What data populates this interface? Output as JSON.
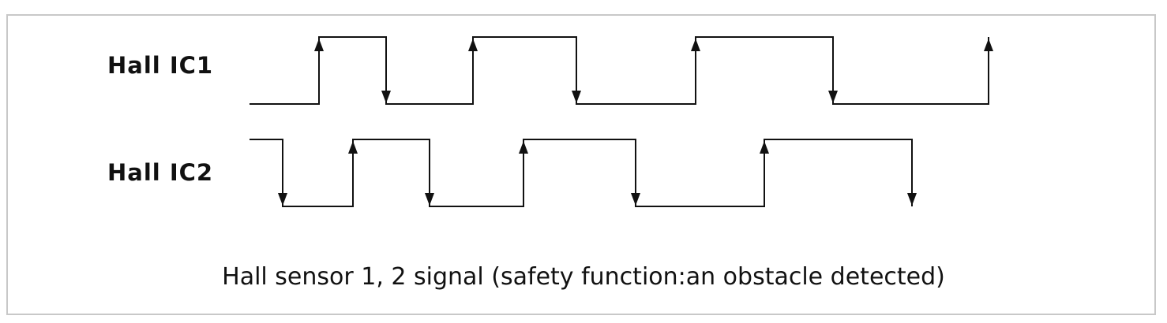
{
  "signals": [
    {
      "label": "Hall IC1",
      "levels": [
        "low",
        "high",
        "low",
        "high",
        "low",
        "high",
        "low"
      ],
      "edges": [
        "rising",
        "falling",
        "rising",
        "falling",
        "rising",
        "falling",
        "rising"
      ]
    },
    {
      "label": "Hall IC2",
      "levels": [
        "high",
        "low",
        "high",
        "low",
        "high",
        "low",
        "high"
      ],
      "edges": [
        "falling",
        "rising",
        "falling",
        "rising",
        "falling",
        "rising",
        "falling"
      ]
    }
  ],
  "caption": "Hall sensor 1, 2 signal (safety function:an obstacle detected)",
  "colors": {
    "line": "#111111",
    "frame": "#c8c8c8",
    "text": "#111111"
  }
}
